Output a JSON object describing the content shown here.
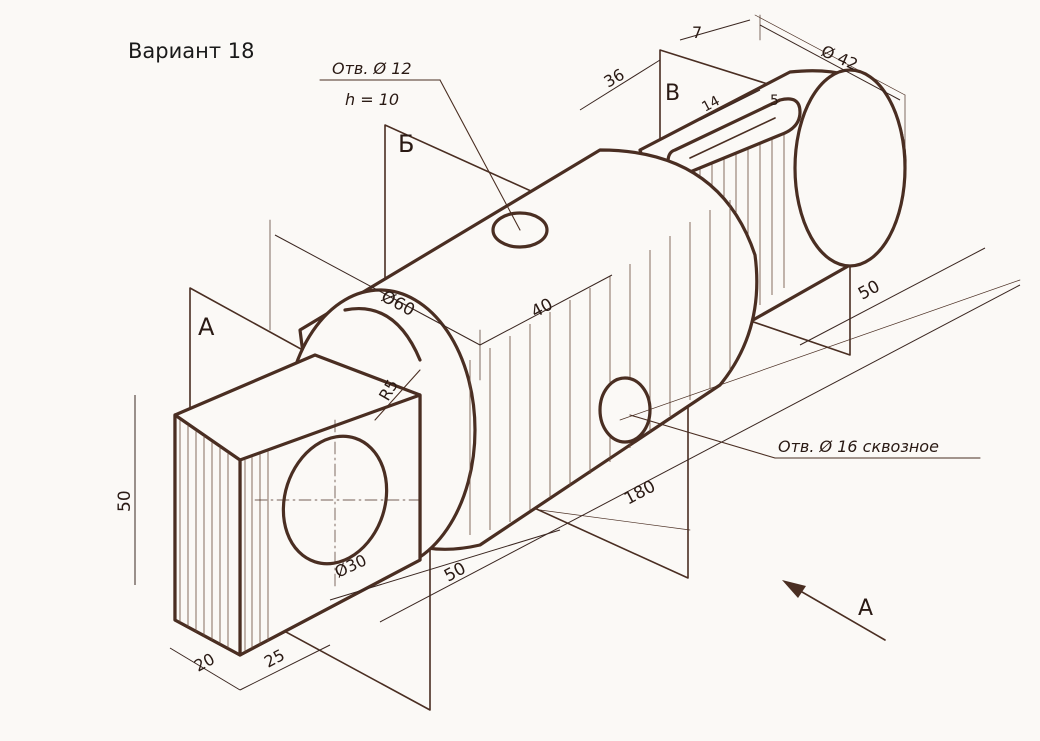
{
  "title": "Вариант 18",
  "notes": {
    "hole_top_line1": "Отв. Ø 12",
    "hole_top_line2": "h = 10",
    "hole_side": "Отв. Ø 16  сквозное"
  },
  "section_letters": {
    "a": "А",
    "b": "Б",
    "v": "В",
    "view_arrow": "А"
  },
  "dimensions": {
    "d7": "7",
    "d42": "Ø 42",
    "d36": "36",
    "d14": "14",
    "d5": "5",
    "d50_right": "50",
    "d60": "Ø60",
    "d40": "40",
    "r5": "R5",
    "d180": "180",
    "d50_left": "50",
    "d30": "Ø30",
    "d50_bottom": "50",
    "d20": "20",
    "d25": "25"
  }
}
